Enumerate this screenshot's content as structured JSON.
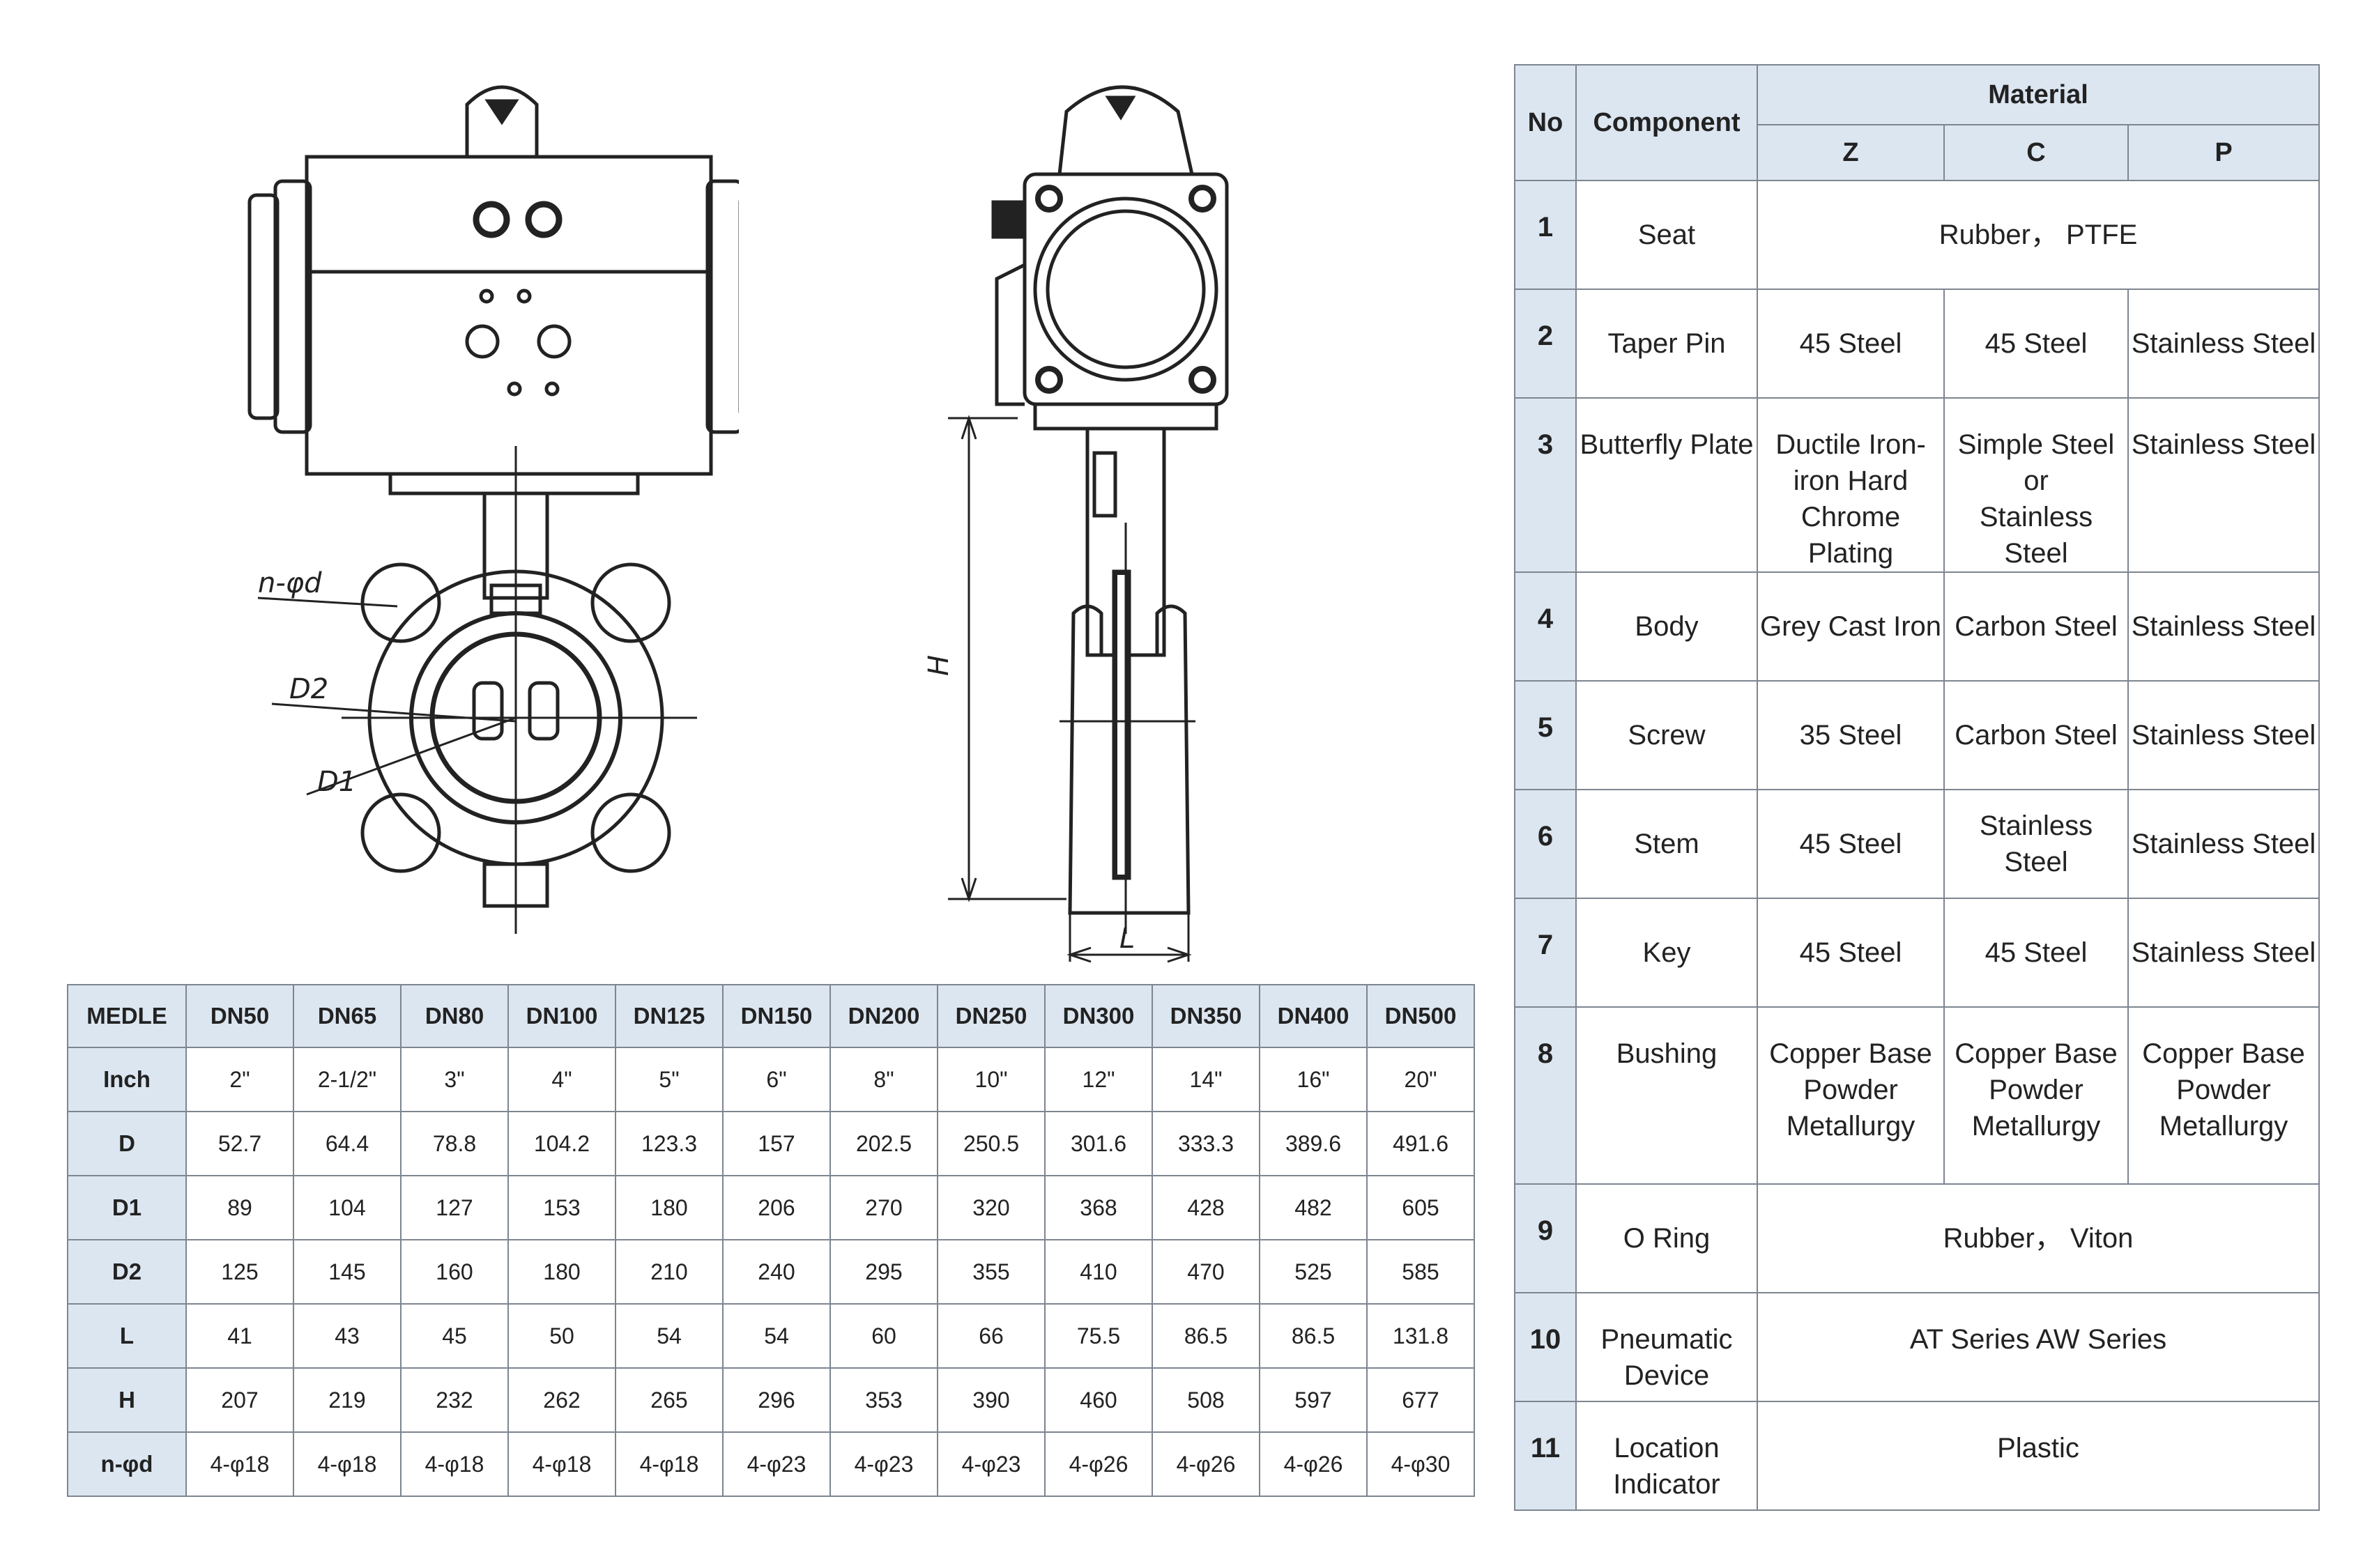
{
  "drawing_labels": {
    "n_phi_d": "n-φd",
    "d1": "D1",
    "d2": "D2",
    "h": "H",
    "l": "L"
  },
  "dimension_table": {
    "corner": "MEDLE",
    "sizes": [
      "DN50",
      "DN65",
      "DN80",
      "DN100",
      "DN125",
      "DN150",
      "DN200",
      "DN250",
      "DN300",
      "DN350",
      "DN400",
      "DN500"
    ],
    "rows": [
      {
        "label": "Inch",
        "values": [
          "2\"",
          "2-1/2\"",
          "3\"",
          "4\"",
          "5\"",
          "6\"",
          "8\"",
          "10\"",
          "12\"",
          "14\"",
          "16\"",
          "20\""
        ]
      },
      {
        "label": "D",
        "values": [
          "52.7",
          "64.4",
          "78.8",
          "104.2",
          "123.3",
          "157",
          "202.5",
          "250.5",
          "301.6",
          "333.3",
          "389.6",
          "491.6"
        ]
      },
      {
        "label": "D1",
        "values": [
          "89",
          "104",
          "127",
          "153",
          "180",
          "206",
          "270",
          "320",
          "368",
          "428",
          "482",
          "605"
        ]
      },
      {
        "label": "D2",
        "values": [
          "125",
          "145",
          "160",
          "180",
          "210",
          "240",
          "295",
          "355",
          "410",
          "470",
          "525",
          "585"
        ]
      },
      {
        "label": "L",
        "values": [
          "41",
          "43",
          "45",
          "50",
          "54",
          "54",
          "60",
          "66",
          "75.5",
          "86.5",
          "86.5",
          "131.8"
        ]
      },
      {
        "label": "H",
        "values": [
          "207",
          "219",
          "232",
          "262",
          "265",
          "296",
          "353",
          "390",
          "460",
          "508",
          "597",
          "677"
        ]
      },
      {
        "label": "n-φd",
        "values": [
          "4-φ18",
          "4-φ18",
          "4-φ18",
          "4-φ18",
          "4-φ18",
          "4-φ23",
          "4-φ23",
          "4-φ23",
          "4-φ26",
          "4-φ26",
          "4-φ26",
          "4-φ30"
        ]
      }
    ]
  },
  "material_table": {
    "header": {
      "no": "No",
      "component": "Component",
      "material": "Material",
      "z": "Z",
      "c": "C",
      "p": "P"
    },
    "rows": [
      {
        "no": "1",
        "component": [
          "Seat"
        ],
        "merged": [
          "Rubber，  PTFE"
        ]
      },
      {
        "no": "2",
        "component": [
          "Taper Pin"
        ],
        "z": [
          "45 Steel"
        ],
        "c": [
          "45 Steel"
        ],
        "p": [
          "Stainless Steel"
        ]
      },
      {
        "no": "3",
        "component": [
          "Butterfly Plate"
        ],
        "z": [
          "Ductile Iron-",
          "iron Hard",
          "Chrome Plating"
        ],
        "c": [
          "Simple Steel or",
          "Stainless Steel"
        ],
        "p": [
          "Stainless Steel"
        ]
      },
      {
        "no": "4",
        "component": [
          "Body"
        ],
        "z": [
          "Grey Cast Iron"
        ],
        "c": [
          "Carbon Steel"
        ],
        "p": [
          "Stainless Steel"
        ]
      },
      {
        "no": "5",
        "component": [
          "Screw"
        ],
        "z": [
          "35 Steel"
        ],
        "c": [
          "Carbon Steel"
        ],
        "p": [
          "Stainless Steel"
        ]
      },
      {
        "no": "6",
        "component": [
          "Stem"
        ],
        "z": [
          "45 Steel"
        ],
        "c": [
          "Stainless Steel"
        ],
        "p": [
          "Stainless Steel"
        ]
      },
      {
        "no": "7",
        "component": [
          "Key"
        ],
        "z": [
          "45 Steel"
        ],
        "c": [
          "45 Steel"
        ],
        "p": [
          "Stainless Steel"
        ]
      },
      {
        "no": "8",
        "component": [
          "Bushing"
        ],
        "z": [
          "Copper Base",
          "Powder",
          "Metallurgy"
        ],
        "c": [
          "Copper Base",
          "Powder",
          "Metallurgy"
        ],
        "p": [
          "Copper Base",
          "Powder",
          "Metallurgy"
        ]
      },
      {
        "no": "9",
        "component": [
          "O Ring"
        ],
        "merged": [
          "Rubber，  Viton"
        ]
      },
      {
        "no": "10",
        "component": [
          "Pneumatic",
          "Device"
        ],
        "merged": [
          "AT Series  AW Series"
        ]
      },
      {
        "no": "11",
        "component": [
          "Location",
          "Indicator"
        ],
        "merged": [
          "Plastic"
        ]
      }
    ]
  }
}
